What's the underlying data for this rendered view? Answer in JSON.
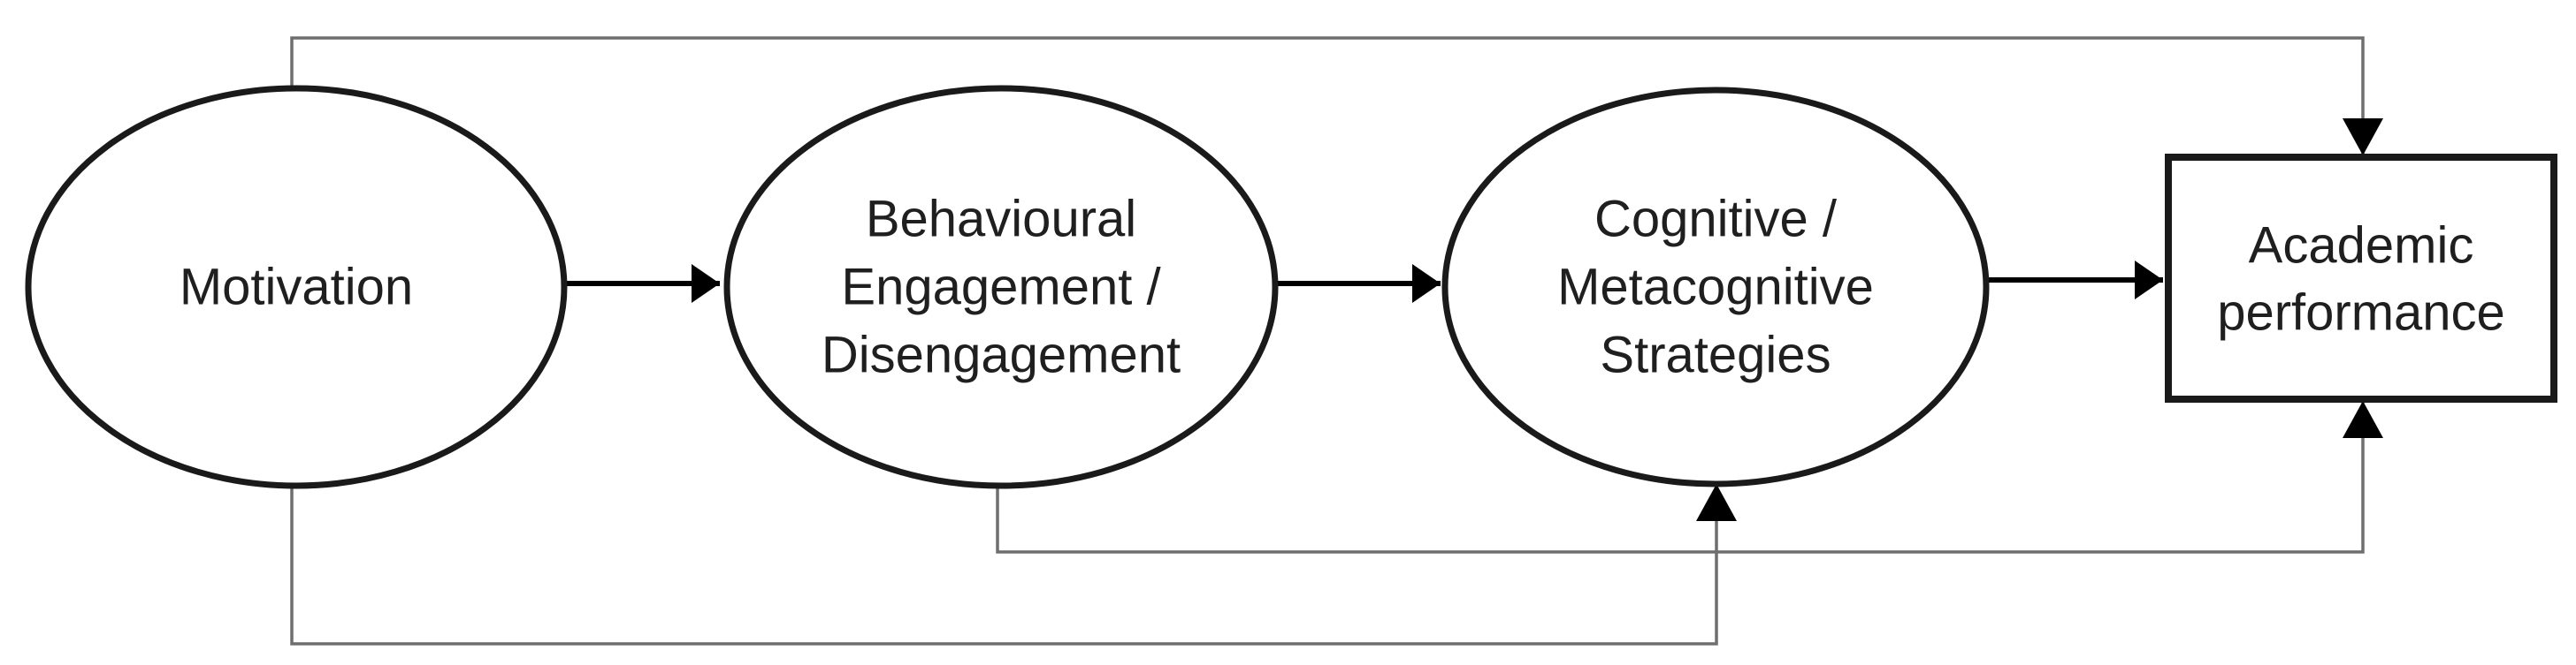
{
  "diagram": {
    "nodes": {
      "motivation": {
        "shape": "ellipse",
        "lines": [
          "Motivation"
        ]
      },
      "behavioural": {
        "shape": "ellipse",
        "lines": [
          "Behavioural",
          "Engagement /",
          "Disengagement"
        ]
      },
      "cognitive": {
        "shape": "ellipse",
        "lines": [
          "Cognitive /",
          "Metacognitive",
          "Strategies"
        ]
      },
      "academic": {
        "shape": "rectangle",
        "lines": [
          "Academic",
          "performance"
        ]
      }
    },
    "edges": [
      {
        "from": "motivation",
        "to": "behavioural",
        "style": "bold-direct-arrow"
      },
      {
        "from": "behavioural",
        "to": "cognitive",
        "style": "bold-direct-arrow"
      },
      {
        "from": "cognitive",
        "to": "academic",
        "style": "bold-direct-arrow"
      },
      {
        "from": "motivation",
        "to": "academic",
        "style": "thin-routed-over-top",
        "enters": "top"
      },
      {
        "from": "behavioural",
        "to": "academic",
        "style": "thin-routed-below",
        "enters": "bottom"
      },
      {
        "from": "motivation",
        "to": "cognitive",
        "style": "thin-routed-below",
        "enters": "bottom"
      }
    ],
    "colors": {
      "background": "#ffffff",
      "shape_stroke": "#1a1a1a",
      "shape_fill": "#ffffff",
      "bold_arrow": "#000000",
      "connector_stroke": "#6e6e6e",
      "arrowhead_fill": "#000000",
      "text": "#1f1f1f"
    }
  }
}
